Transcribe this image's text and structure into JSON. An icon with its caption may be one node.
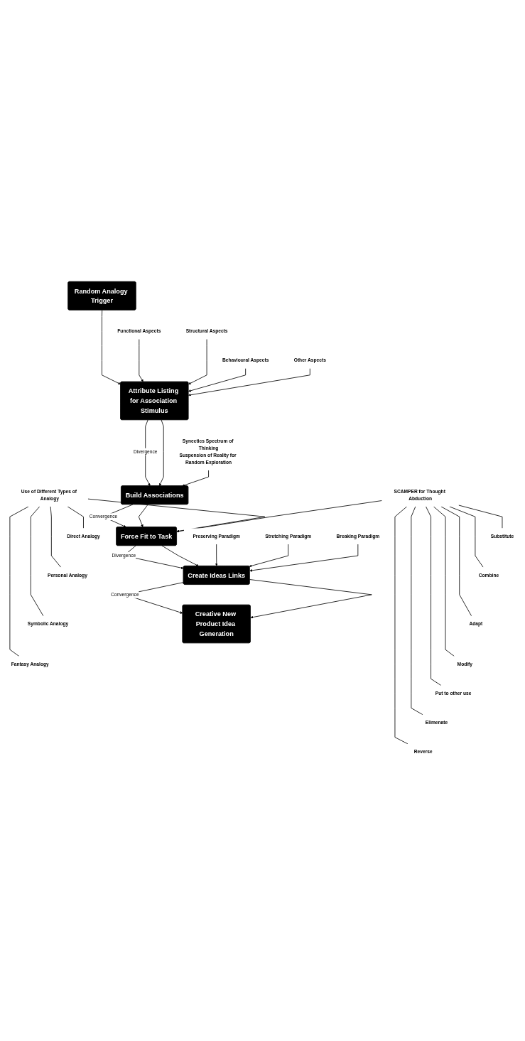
{
  "diagram": {
    "nodes": [
      {
        "text": [
          "Random Analogy Trigger"
        ]
      },
      {
        "text": [
          "Attribute Listing for Association Stimulus"
        ]
      },
      {
        "text": [
          "Functional Aspects"
        ]
      },
      {
        "text": [
          "Structural Aspects"
        ]
      },
      {
        "text": [
          "Behavioural Aspects"
        ]
      },
      {
        "text": [
          "Other Aspects"
        ]
      },
      {
        "text": [
          "Build Associations"
        ]
      },
      {
        "text": [
          "Synectics Spectrum of Thinking",
          "Suspension of Reality for Random Exploration"
        ]
      },
      {
        "text": [
          "Force Fit to Task"
        ]
      },
      {
        "text": [
          "Use of Different Types of Analogy"
        ]
      },
      {
        "text": [
          "Direct Analogy"
        ]
      },
      {
        "text": [
          "Personal Analogy"
        ]
      },
      {
        "text": [
          "Symbolic Analogy"
        ]
      },
      {
        "text": [
          "Fantasy Analogy"
        ]
      },
      {
        "text": [
          "SCAMPER for Thought Abduction"
        ]
      },
      {
        "text": [
          "Substitute"
        ]
      },
      {
        "text": [
          "Combine"
        ]
      },
      {
        "text": [
          "Adapt"
        ]
      },
      {
        "text": [
          "Modify"
        ]
      },
      {
        "text": [
          "Put to other use"
        ]
      },
      {
        "text": [
          "Elimenate"
        ]
      },
      {
        "text": [
          "Reverse"
        ]
      },
      {
        "text": [
          "Create Ideas Links"
        ]
      },
      {
        "text": [
          "Preserving Paradigm"
        ]
      },
      {
        "text": [
          "Stretching Paradigm"
        ]
      },
      {
        "text": [
          "Breaking Paradigm"
        ]
      },
      {
        "text": [
          "Creative New Product Idea Generation"
        ]
      }
    ],
    "edges": [
      {
        "from": 0,
        "to": 1,
        "arrow": "to"
      },
      {
        "from": 2,
        "to": 1,
        "arrow": "to"
      },
      {
        "from": 3,
        "to": 1,
        "arrow": "to"
      },
      {
        "from": 4,
        "to": 1,
        "arrow": "to"
      },
      {
        "from": 5,
        "to": 1,
        "arrow": "to"
      },
      {
        "from": 1,
        "to": 6,
        "arrow": "to",
        "label": "Divergence"
      },
      {
        "from": 1,
        "to": 6,
        "arrow": "to"
      },
      {
        "from": 7,
        "to": 6,
        "arrow": "to"
      },
      {
        "from": 6,
        "to": 8,
        "arrow": "to",
        "label": "Convergence"
      },
      {
        "from": 6,
        "to": 8,
        "arrow": "to"
      },
      {
        "from": 9,
        "to": 8,
        "arrow": "to"
      },
      {
        "from": 14,
        "to": 8,
        "arrow": "to"
      },
      {
        "from": 9,
        "to": 10,
        "arrow": "none"
      },
      {
        "from": 9,
        "to": 11,
        "arrow": "none"
      },
      {
        "from": 9,
        "to": 12,
        "arrow": "none"
      },
      {
        "from": 9,
        "to": 13,
        "arrow": "none"
      },
      {
        "from": 14,
        "to": 15,
        "arrow": "none"
      },
      {
        "from": 14,
        "to": 16,
        "arrow": "none"
      },
      {
        "from": 14,
        "to": 17,
        "arrow": "none"
      },
      {
        "from": 14,
        "to": 18,
        "arrow": "none"
      },
      {
        "from": 14,
        "to": 19,
        "arrow": "none"
      },
      {
        "from": 14,
        "to": 20,
        "arrow": "none"
      },
      {
        "from": 14,
        "to": 21,
        "arrow": "none"
      },
      {
        "from": 8,
        "to": 22,
        "arrow": "to",
        "label": "Divergence"
      },
      {
        "from": 8,
        "to": 22,
        "arrow": "to"
      },
      {
        "from": 23,
        "to": 22,
        "arrow": "to"
      },
      {
        "from": 24,
        "to": 22,
        "arrow": "to"
      },
      {
        "from": 25,
        "to": 22,
        "arrow": "to"
      },
      {
        "from": 22,
        "to": 26,
        "arrow": "to",
        "label": "Convergence"
      },
      {
        "from": 22,
        "to": 26,
        "arrow": "to"
      }
    ]
  }
}
